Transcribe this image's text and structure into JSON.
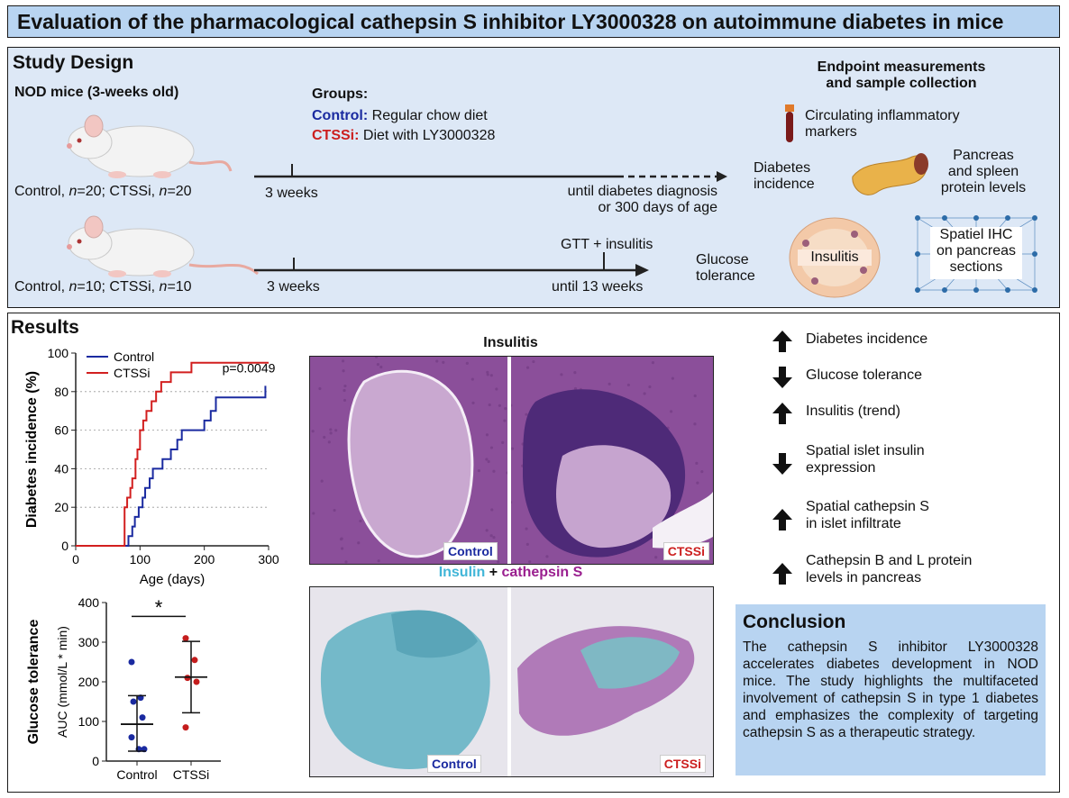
{
  "title": "Evaluation of the pharmacological cathepsin S inhibitor LY3000328 on autoimmune diabetes in mice",
  "study": {
    "heading": "Study Design",
    "mice_label": "NOD mice (3-weeks old)",
    "cohort1": {
      "pre": "Control, ",
      "n1": "n",
      "mid": "=20; CTSSi, ",
      "n2": "n",
      "post": "=20"
    },
    "cohort2": {
      "pre": "Control, ",
      "n1": "n",
      "mid": "=10; CTSSi, ",
      "n2": "n",
      "post": "=10"
    },
    "groups_heading": "Groups:",
    "group_control_label": "Control:",
    "group_control_text": "Regular chow diet",
    "group_ctssi_label": "CTSSi:",
    "group_ctssi_text": "Diet with LY3000328",
    "timeline1_start": "3 weeks",
    "timeline1_end_line1": "until diabetes diagnosis",
    "timeline1_end_line2": "or 300 days of age",
    "timeline2_start": "3 weeks",
    "timeline2_mark": "GTT + insulitis",
    "timeline2_end": "until 13 weeks",
    "endpoint_heading_line1": "Endpoint measurements",
    "endpoint_heading_line2": "and sample collection",
    "circulating_line1": "Circulating inflammatory",
    "circulating_line2": "markers",
    "diabetes_incidence_line1": "Diabetes",
    "diabetes_incidence_line2": "incidence",
    "pancreas_line1": "Pancreas",
    "pancreas_line2": "and spleen",
    "pancreas_line3": "protein levels",
    "glucose_line1": "Glucose",
    "glucose_line2": "tolerance",
    "insulitis_label": "Insulitis",
    "ihc_line1": "Spatiel IHC",
    "ihc_line2": "on pancreas",
    "ihc_line3": "sections"
  },
  "results": {
    "heading": "Results",
    "micro_title": "Insulitis",
    "micro_control": "Control",
    "micro_ctssi": "CTSSi",
    "stain_insulin": "Insulin",
    "stain_plus": " + ",
    "stain_cathepsin": "cathepsin S",
    "findings": [
      {
        "dir": "up",
        "line1": "Diabetes incidence",
        "line2": ""
      },
      {
        "dir": "down",
        "line1": "Glucose tolerance",
        "line2": ""
      },
      {
        "dir": "up",
        "line1": "Insulitis (trend)",
        "line2": ""
      },
      {
        "dir": "down",
        "line1": "Spatial islet insulin",
        "line2": "expression"
      },
      {
        "dir": "up",
        "line1": "Spatial cathepsin S",
        "line2": "in islet infiltrate"
      },
      {
        "dir": "up",
        "line1": "Cathepsin B and L protein",
        "line2": "levels in pancreas"
      }
    ],
    "conclusion_heading": "Conclusion",
    "conclusion_text": "The cathepsin S inhibitor LY3000328 accelerates diabetes development in NOD mice. The study highlights the multifaceted involvement of cathepsin S in type 1 diabetes and emphasizes the complexity of targeting cathepsin S as a therapeutic strategy."
  },
  "colors": {
    "control": "#1a2aa0",
    "ctssi": "#d21f1f",
    "panel_blue": "#b8d4f1",
    "study_bg": "#dde8f6"
  },
  "chart_data": [
    {
      "type": "line",
      "ylabel": "Diabetes incidence (%)",
      "xlabel": "Age (days)",
      "xlim": [
        0,
        300
      ],
      "ylim": [
        0,
        100
      ],
      "xticks": [
        0,
        100,
        200,
        300
      ],
      "yticks": [
        0,
        20,
        40,
        60,
        80,
        100
      ],
      "annotation": "p=0.0049",
      "series": [
        {
          "name": "Control",
          "color": "#1a2aa0",
          "x": [
            72,
            82,
            88,
            92,
            98,
            104,
            108,
            115,
            120,
            128,
            135,
            148,
            158,
            165,
            185,
            200,
            210,
            218,
            285,
            295
          ],
          "y": [
            0,
            5,
            10,
            15,
            20,
            25,
            30,
            35,
            40,
            40,
            45,
            50,
            55,
            60,
            60,
            65,
            70,
            77,
            77,
            83
          ]
        },
        {
          "name": "CTSSi",
          "color": "#d21f1f",
          "x": [
            70,
            76,
            80,
            85,
            88,
            93,
            96,
            100,
            105,
            110,
            118,
            125,
            133,
            148,
            160,
            180,
            220,
            300
          ],
          "y": [
            0,
            20,
            25,
            30,
            35,
            45,
            50,
            60,
            65,
            70,
            75,
            80,
            85,
            90,
            90,
            95,
            95,
            95
          ]
        }
      ]
    },
    {
      "type": "scatter",
      "ylabel_outer": "Glucose tolerance",
      "ylabel": "AUC (mmol/L * min)",
      "categories": [
        "Control",
        "CTSSi"
      ],
      "ylim": [
        0,
        400
      ],
      "yticks": [
        0,
        100,
        200,
        300,
        400
      ],
      "significance": "*",
      "groups": [
        {
          "name": "Control",
          "color": "#1a2aa0",
          "points": [
            250,
            160,
            150,
            110,
            60,
            30,
            30
          ],
          "mean": 93,
          "err_low": 25,
          "err_high": 165
        },
        {
          "name": "CTSSi",
          "color": "#c41d1d",
          "points": [
            310,
            255,
            210,
            200,
            85
          ],
          "mean": 212,
          "err_low": 122,
          "err_high": 302
        }
      ]
    }
  ]
}
